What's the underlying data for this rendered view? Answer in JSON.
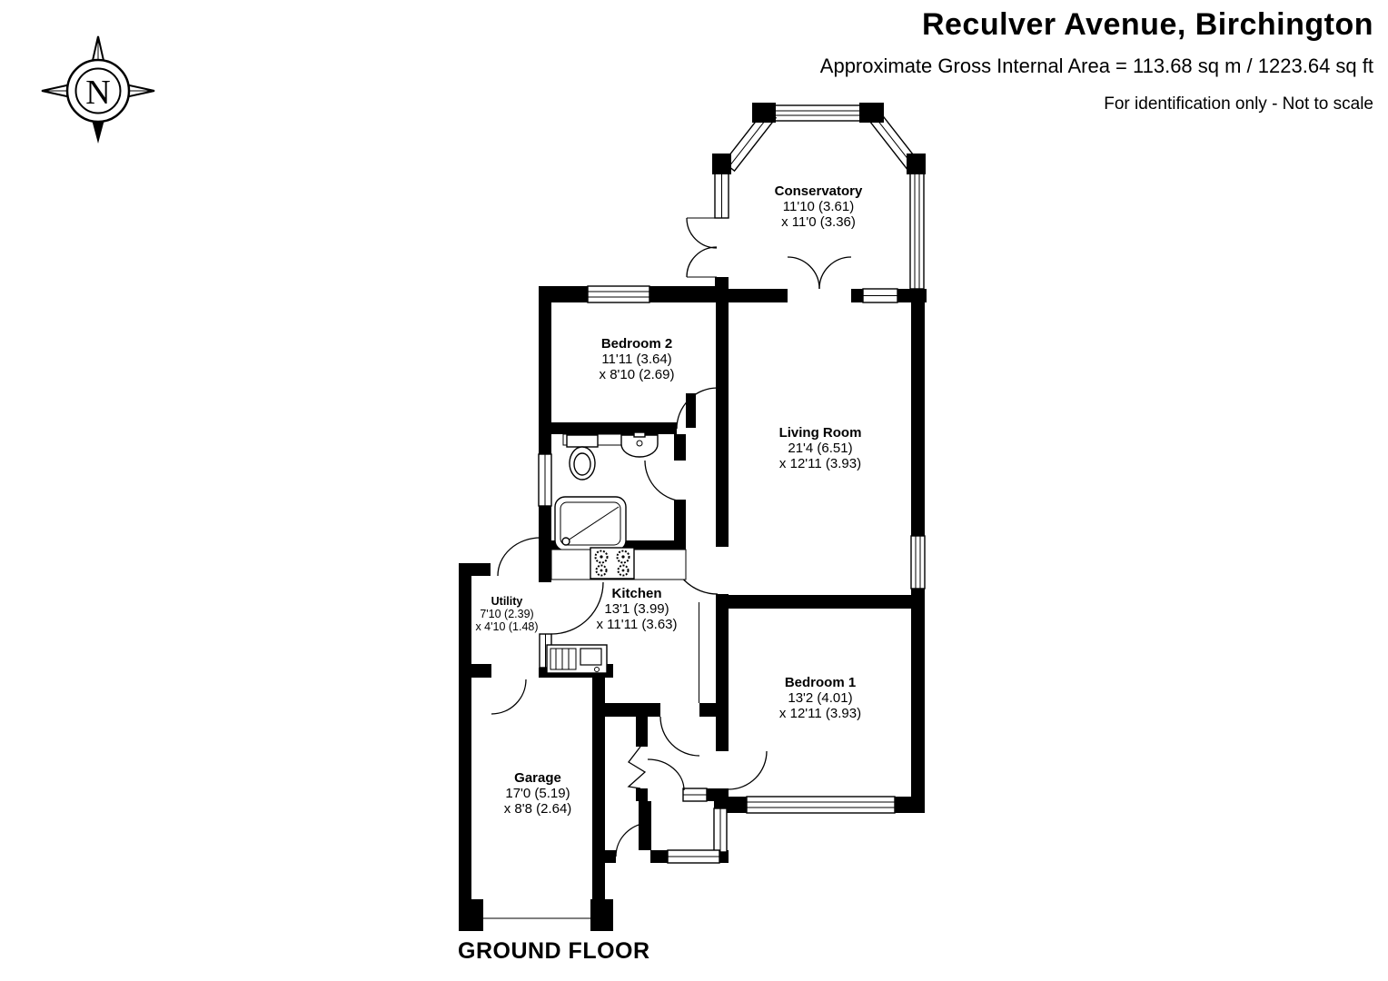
{
  "header": {
    "title": "Reculver Avenue, Birchington",
    "subtitle": "Approximate Gross Internal Area =  113.68 sq m / 1223.64 sq ft",
    "note": "For identification only - Not to scale"
  },
  "compass": {
    "north_label": "N"
  },
  "floor_label": "GROUND FLOOR",
  "rooms": [
    {
      "id": "conservatory",
      "name": "Conservatory",
      "dim1": "11'10 (3.61)",
      "dim2": "x 11'0 (3.36)"
    },
    {
      "id": "bedroom-2",
      "name": "Bedroom 2",
      "dim1": "11'11 (3.64)",
      "dim2": "x 8'10 (2.69)"
    },
    {
      "id": "living-room",
      "name": "Living Room",
      "dim1": "21'4 (6.51)",
      "dim2": "x 12'11 (3.93)"
    },
    {
      "id": "kitchen",
      "name": "Kitchen",
      "dim1": "13'1 (3.99)",
      "dim2": "x 11'11 (3.63)"
    },
    {
      "id": "utility",
      "name": "Utility",
      "dim1": "7'10 (2.39)",
      "dim2": "x 4'10 (1.48)"
    },
    {
      "id": "bedroom-1",
      "name": "Bedroom 1",
      "dim1": "13'2 (4.01)",
      "dim2": "x 12'11 (3.93)"
    },
    {
      "id": "garage",
      "name": "Garage",
      "dim1": "17'0 (5.19)",
      "dim2": "x 8'8 (2.64)"
    }
  ],
  "colors": {
    "wall": "#000000",
    "background": "#ffffff"
  }
}
